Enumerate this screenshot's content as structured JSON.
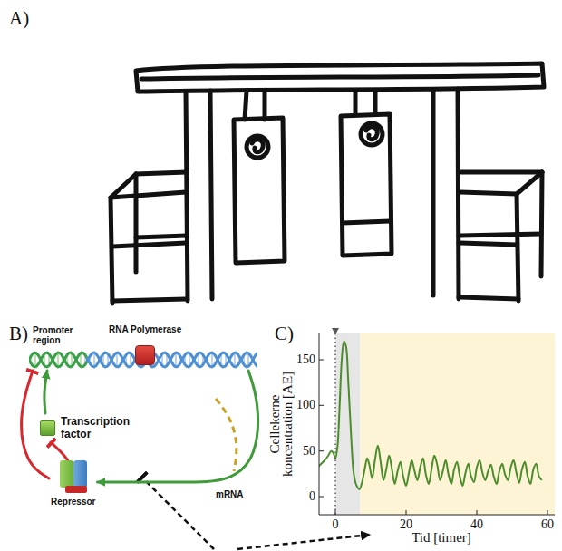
{
  "diagram": {
    "nodes": [
      {
        "text": [
          "Promoter region"
        ]
      },
      {
        "text": [
          "RNA Polymerase"
        ],
        "in": 0
      },
      {
        "text": [
          "Transcription factor"
        ]
      },
      {
        "text": [
          "Repressor"
        ]
      }
    ],
    "edges": [
      {
        "from": 2,
        "to": 0,
        "arrow": "to"
      },
      {
        "from": 3,
        "to": 2,
        "arrow": "to"
      },
      {
        "from": 3,
        "to": 0,
        "arrow": "to"
      },
      {
        "from": 0,
        "to": 3,
        "arrow": "to"
      }
    ],
    "labels": [
      "A)",
      "B)",
      "C)",
      "mRNA",
      "150",
      "100",
      "50",
      "0",
      "0",
      "20",
      "40",
      "60",
      "Cellekerne koncentration [AE]",
      "Tid [timer]"
    ]
  }
}
